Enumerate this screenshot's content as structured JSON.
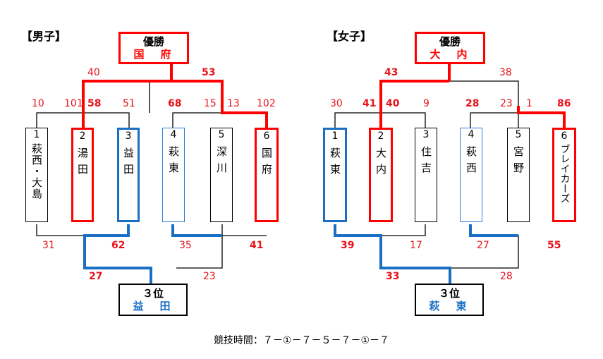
{
  "colors": {
    "red": "#ff0000",
    "blue": "#1a6fc4",
    "line": "#000000"
  },
  "men": {
    "label": "【男子】",
    "champion_title": "優勝",
    "champion_name": "国　府",
    "third_title": "３位",
    "third_name": "益　田",
    "teams": [
      {
        "num": "1",
        "name": "萩西・大島"
      },
      {
        "num": "2",
        "name": "湯田"
      },
      {
        "num": "3",
        "name": "益田"
      },
      {
        "num": "4",
        "name": "萩東"
      },
      {
        "num": "5",
        "name": "深川"
      },
      {
        "num": "6",
        "name": "国府"
      }
    ],
    "scores": {
      "r1_left_top": "10",
      "r1_left_mid": "101",
      "r1_left_win": "58",
      "r1_right_top": "51",
      "r1b_left": "68",
      "r1b_mid": "15",
      "r1b_13": "13",
      "r1b_right": "102",
      "final_left": "40",
      "final_right": "53",
      "low_31": "31",
      "low_62": "62",
      "low_35": "35",
      "low_41": "41",
      "third_left": "27",
      "third_right": "23"
    }
  },
  "women": {
    "label": "【女子】",
    "champion_title": "優勝",
    "champion_name": "大　内",
    "third_title": "３位",
    "third_name": "萩　東",
    "teams": [
      {
        "num": "1",
        "name": "萩東"
      },
      {
        "num": "2",
        "name": "大内"
      },
      {
        "num": "3",
        "name": "住吉"
      },
      {
        "num": "4",
        "name": "萩西"
      },
      {
        "num": "5",
        "name": "宮野"
      },
      {
        "num": "6",
        "name": "ブレイカーズ"
      }
    ],
    "scores": {
      "r1_30": "30",
      "r1_41": "41",
      "r1_40": "40",
      "r1_9": "9",
      "r1b_28": "28",
      "r1b_23": "23",
      "r1b_1": "1",
      "r1b_86": "86",
      "final_left": "43",
      "final_right": "38",
      "low_39": "39",
      "low_17": "17",
      "low_27": "27",
      "low_55": "55",
      "third_left": "33",
      "third_right": "28"
    }
  },
  "footer": "競技時間：７－①－７－５－７－①－７"
}
